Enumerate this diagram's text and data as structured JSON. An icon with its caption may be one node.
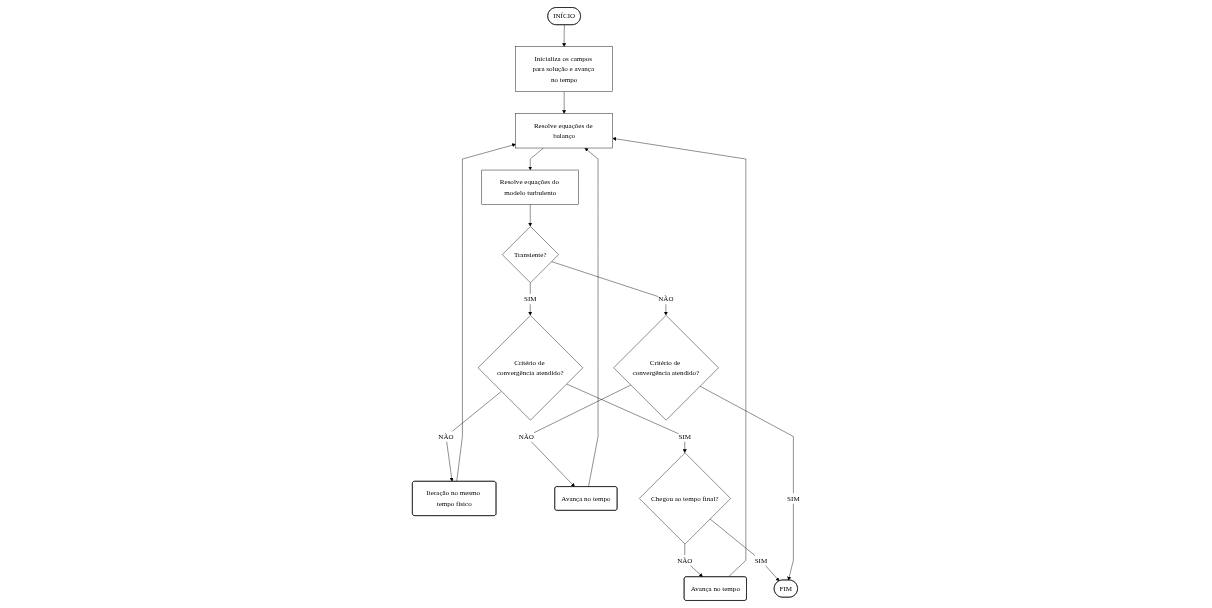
{
  "diagram": {
    "nodes": [
      {
        "text": [
          "INÍCIO"
        ]
      },
      {
        "text": [
          "Inicializa os campos para solução e avança no tempo"
        ]
      },
      {
        "text": [
          "Resolve equações de balanço"
        ]
      },
      {
        "text": [
          "Resolve equações do modelo turbulento"
        ]
      },
      {
        "text": [
          "Iteração no mesmo tempo físico"
        ]
      },
      {
        "text": [
          "Critério de convergência atendido?"
        ]
      },
      {
        "text": [
          "Transiente?"
        ]
      },
      {
        "text": [
          "Critério de convergência atendido?"
        ]
      },
      {
        "text": [
          "Avança no tempo"
        ]
      },
      {
        "text": [
          "Avança no tempo"
        ]
      },
      {
        "text": [
          "Chegou ao tempo final?"
        ]
      },
      {
        "text": [
          "FIM"
        ]
      }
    ],
    "edges": [
      {
        "from": 0,
        "to": 1,
        "arrow": "to"
      },
      {
        "from": 1,
        "to": 2,
        "arrow": "to"
      },
      {
        "from": 2,
        "to": 3,
        "arrow": "to"
      },
      {
        "from": 3,
        "to": 6,
        "arrow": "to"
      },
      {
        "from": 6,
        "to": 5,
        "arrow": "to",
        "label": "SIM"
      },
      {
        "from": 6,
        "to": 7,
        "arrow": "to",
        "label": "NÃO"
      },
      {
        "from": 5,
        "to": 4,
        "arrow": "to",
        "label": "NÃO"
      },
      {
        "from": 4,
        "to": 2,
        "arrow": "to"
      },
      {
        "from": 5,
        "to": 10,
        "arrow": "to",
        "label": "SIM"
      },
      {
        "from": 10,
        "to": 9,
        "arrow": "to",
        "label": "NÃO"
      },
      {
        "from": 10,
        "to": 11,
        "arrow": "to",
        "label": "SIM"
      },
      {
        "from": 9,
        "to": 2,
        "arrow": "to"
      },
      {
        "from": 7,
        "to": 8,
        "arrow": "to",
        "label": "NÃO"
      },
      {
        "from": 8,
        "to": 2,
        "arrow": "to"
      },
      {
        "from": 7,
        "to": 11,
        "arrow": "to",
        "label": "SIM"
      }
    ]
  }
}
